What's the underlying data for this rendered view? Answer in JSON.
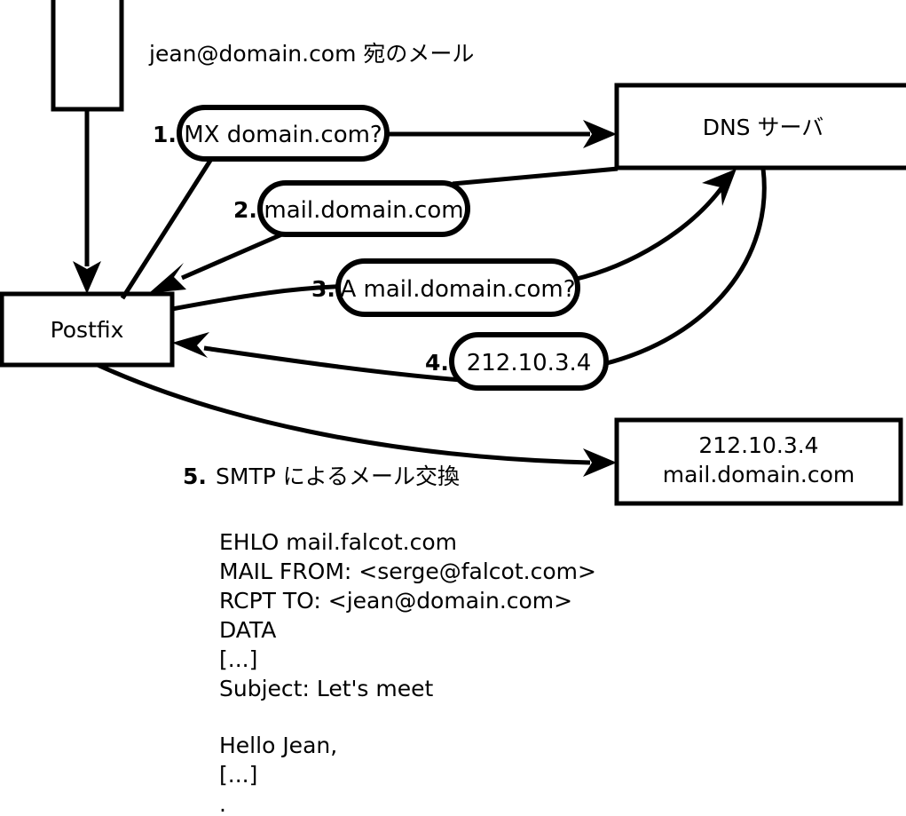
{
  "diagram": {
    "title_caption": "jean@domain.com 宛のメール",
    "nodes": [
      {
        "id": "client",
        "label": ""
      },
      {
        "id": "postfix",
        "label": "Postfix"
      },
      {
        "id": "dns",
        "label": "DNS サーバ"
      },
      {
        "id": "mailserver",
        "label_line1": "212.10.3.4",
        "label_line2": "mail.domain.com"
      }
    ],
    "steps": [
      {
        "number": "1.",
        "text": "MX domain.com?"
      },
      {
        "number": "2.",
        "text": "mail.domain.com"
      },
      {
        "number": "3.",
        "text": "A mail.domain.com?"
      },
      {
        "number": "4.",
        "text": "212.10.3.4"
      },
      {
        "number": "5.",
        "text": "SMTP によるメール交換"
      }
    ],
    "smtp_transcript": [
      "EHLO mail.falcot.com",
      "MAIL FROM: <serge@falcot.com>",
      "RCPT TO: <jean@domain.com>",
      "DATA",
      "[...]",
      "Subject: Let's meet",
      "",
      "Hello Jean,",
      "[...]",
      "."
    ],
    "colors": {
      "stroke": "#000000",
      "fill": "#ffffff",
      "text": "#000000"
    }
  }
}
